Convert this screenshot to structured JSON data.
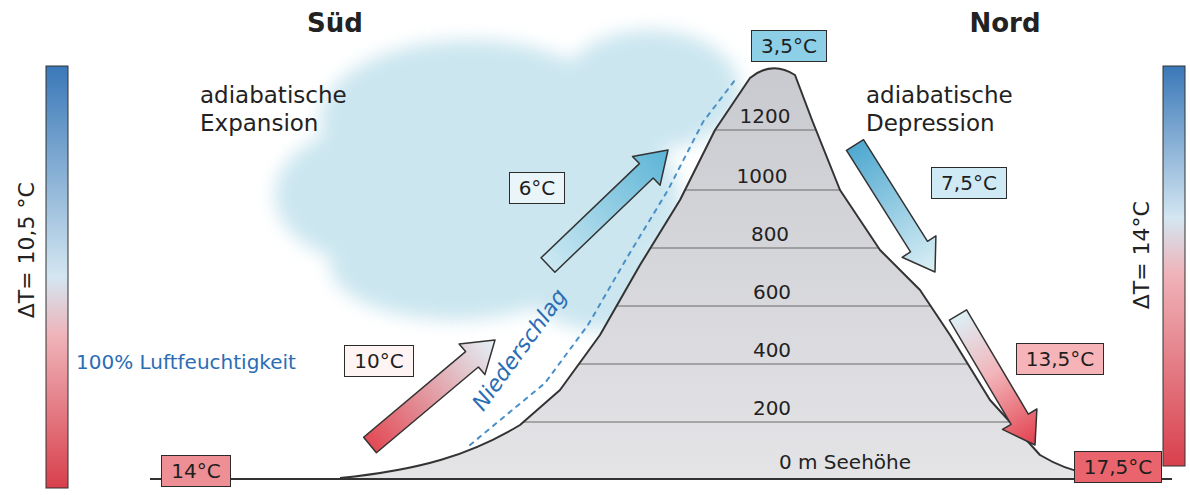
{
  "diagram": {
    "nodes": [
      {
        "text": [
          "3,5°C"
        ]
      },
      {
        "text": [
          "6°C"
        ]
      },
      {
        "text": [
          "7,5°C"
        ]
      },
      {
        "text": [
          "10°C"
        ]
      },
      {
        "text": [
          "13,5°C"
        ]
      },
      {
        "text": [
          "14°C"
        ]
      },
      {
        "text": [
          "17,5°C"
        ]
      }
    ],
    "labels": [
      "Süd",
      "Nord",
      "adiabatische Expansion",
      "adiabatische Depression",
      "1200",
      "1000",
      "800",
      "600",
      "400",
      "200",
      "0 m Seehöhe",
      "100% Luftfeuchtigkeit",
      "Niederschlag",
      "ΔT= 10,5 °C",
      "ΔT= 14°C"
    ]
  }
}
